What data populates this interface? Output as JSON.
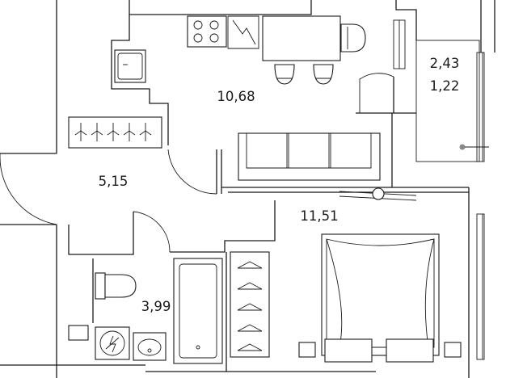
{
  "rooms": [
    {
      "key": "kitchen",
      "area": "10,68"
    },
    {
      "key": "hall",
      "area": "5,15"
    },
    {
      "key": "bedroom",
      "area": "11,51"
    },
    {
      "key": "bathroom",
      "area": "3,99"
    },
    {
      "key": "balcony_total",
      "area": "2,43"
    },
    {
      "key": "balcony_reduced",
      "area": "1,22"
    }
  ]
}
